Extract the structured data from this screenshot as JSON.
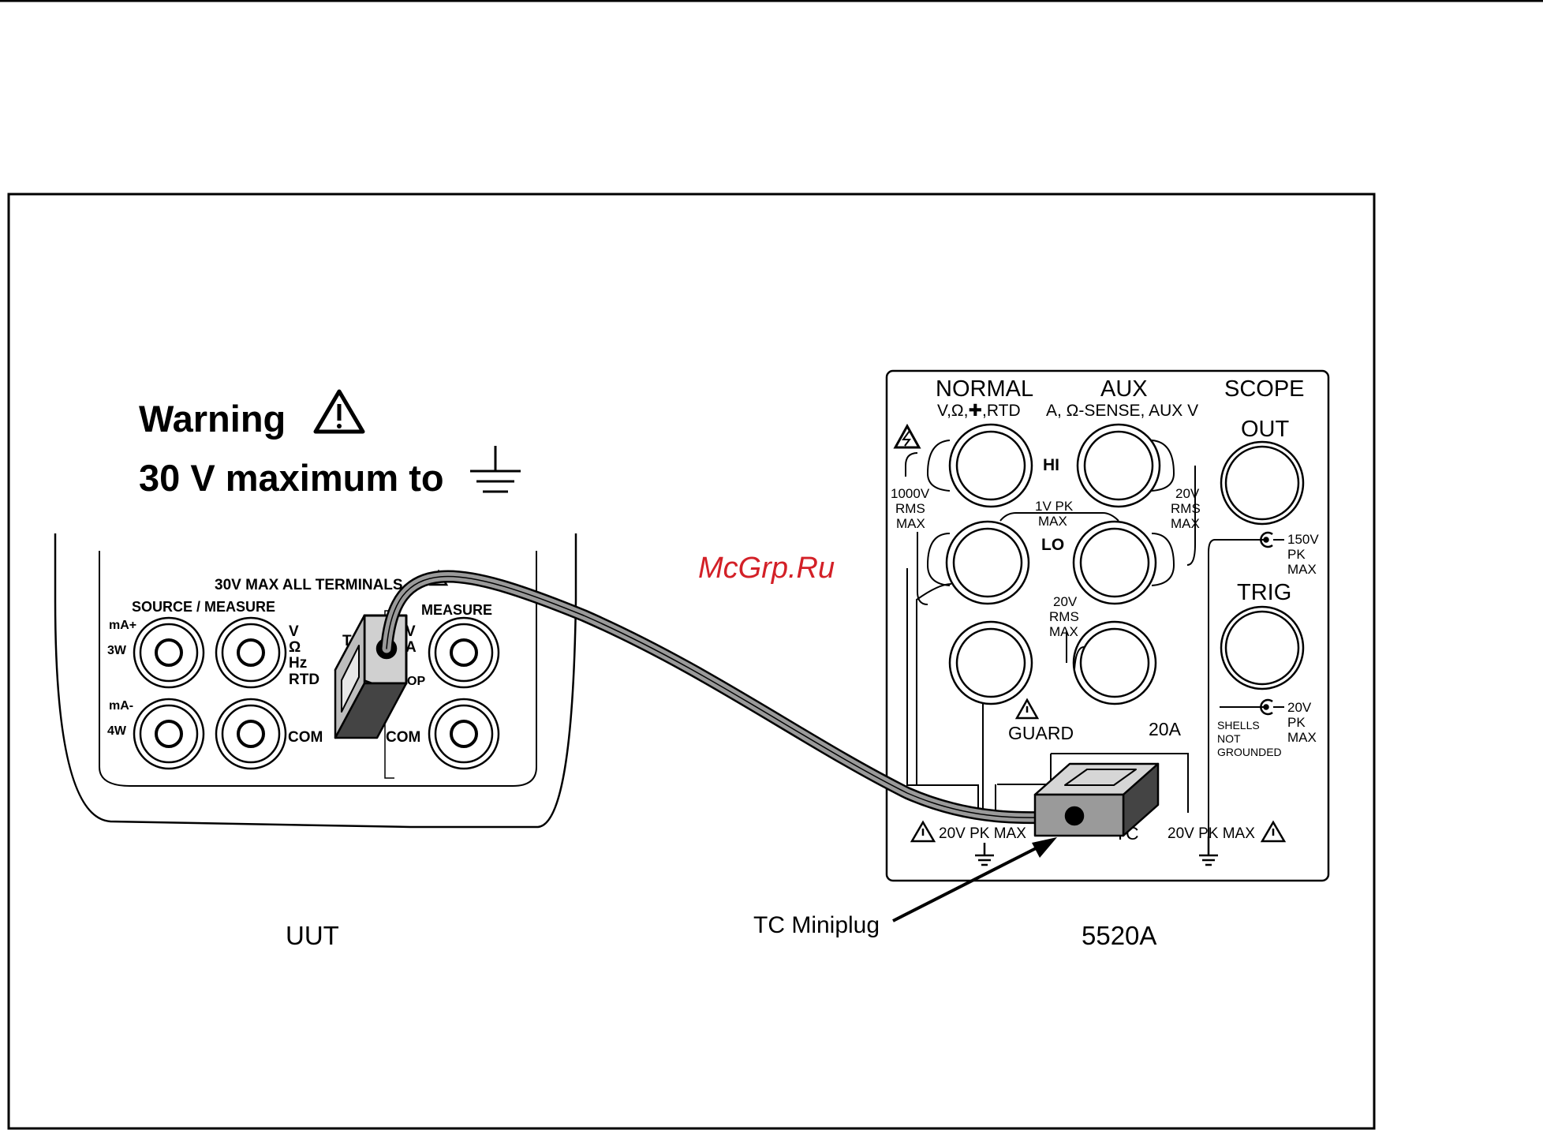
{
  "warning": {
    "title": "Warning",
    "line2": "30 V maximum to"
  },
  "watermark": "McGrp.Ru",
  "uut": {
    "label": "UUT",
    "header": "30V MAX ALL TERMINALS",
    "source_measure": "SOURCE / MEASURE",
    "measure": "MEASURE",
    "ma_plus": "mA+",
    "w3": "3W",
    "ma_minus": "mA-",
    "w4": "4W",
    "v": "V",
    "ohm": "Ω",
    "hz": "Hz",
    "rtd": "RTD",
    "com_left": "COM",
    "com_right": "COM",
    "t": "T",
    "v_right": "V",
    "a_right": "A",
    "op": "OP"
  },
  "calibrator": {
    "label": "5520A",
    "normal": "NORMAL",
    "normal_sub": "V,Ω,✚,RTD",
    "aux": "AUX",
    "aux_sub": "A, Ω-SENSE, AUX V",
    "scope": "SCOPE",
    "out": "OUT",
    "hi": "HI",
    "lo": "LO",
    "v1000_1": "1000V",
    "v1000_2": "RMS",
    "v1000_3": "MAX",
    "v20a_1": "20V",
    "v20a_2": "RMS",
    "v20a_3": "MAX",
    "v1pk_1": "1V PK",
    "v1pk_2": "MAX",
    "v20b_1": "20V",
    "v20b_2": "RMS",
    "v20b_3": "MAX",
    "v150_1": "150V",
    "v150_2": "PK",
    "v150_3": "MAX",
    "trig": "TRIG",
    "v20pk_1": "20V",
    "v20pk_2": "PK",
    "v20pk_3": "MAX",
    "shells_1": "SHELLS",
    "shells_2": "NOT",
    "shells_3": "GROUNDED",
    "guard": "GUARD",
    "a20": "20A",
    "tc": "TC",
    "pk_left": "20V PK MAX",
    "pk_right": "20V PK MAX"
  },
  "callout": {
    "miniplug": "TC Miniplug"
  }
}
